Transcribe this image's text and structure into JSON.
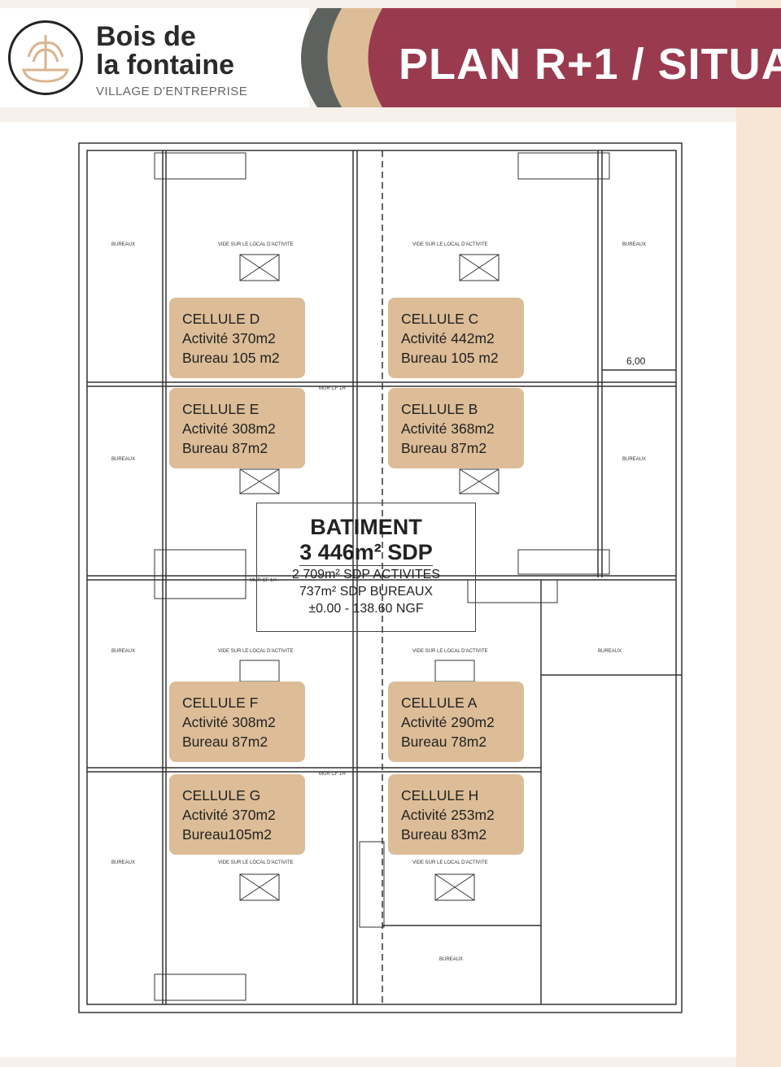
{
  "header": {
    "brand_line1": "Bois de",
    "brand_line2": "la fontaine",
    "brand_subtitle": "VILLAGE D'ENTREPRISE",
    "title": "PLAN R+1 / SITUA",
    "colors": {
      "maroon": "#9a3a4f",
      "tan": "#dcbd97",
      "gray": "#5e625f"
    }
  },
  "building": {
    "title": "BATIMENT",
    "total": "3 446m² SDP",
    "activites": "2 709m² SDP ACTIVITES",
    "bureaux": "737m² SDP BUREAUX",
    "level": "±0.00 - 138.60 NGF"
  },
  "cells": [
    {
      "name": "CELLULE D",
      "activite": "Activité 370m2",
      "bureau": "Bureau 105 m2"
    },
    {
      "name": "CELLULE C",
      "activite": "Activité 442m2",
      "bureau": "Bureau 105 m2"
    },
    {
      "name": "CELLULE E",
      "activite": "Activité 308m2",
      "bureau": "Bureau 87m2"
    },
    {
      "name": "CELLULE B",
      "activite": "Activité 368m2",
      "bureau": "Bureau 87m2"
    },
    {
      "name": "CELLULE F",
      "activite": "Activité 308m2",
      "bureau": "Bureau 87m2"
    },
    {
      "name": "CELLULE A",
      "activite": "Activité 290m2",
      "bureau": "Bureau 78m2"
    },
    {
      "name": "CELLULE G",
      "activite": "Activité 370m2",
      "bureau": "Bureau105m2"
    },
    {
      "name": "CELLULE H",
      "activite": "Activité 253m2",
      "bureau": "Bureau 83m2"
    }
  ],
  "plan_labels": {
    "bureaux": "BUREAUX",
    "vide": "VIDE SUR LE LOCAL D'ACTIVITE",
    "mur": "MUR CF 1H",
    "dimension": "6,00"
  }
}
